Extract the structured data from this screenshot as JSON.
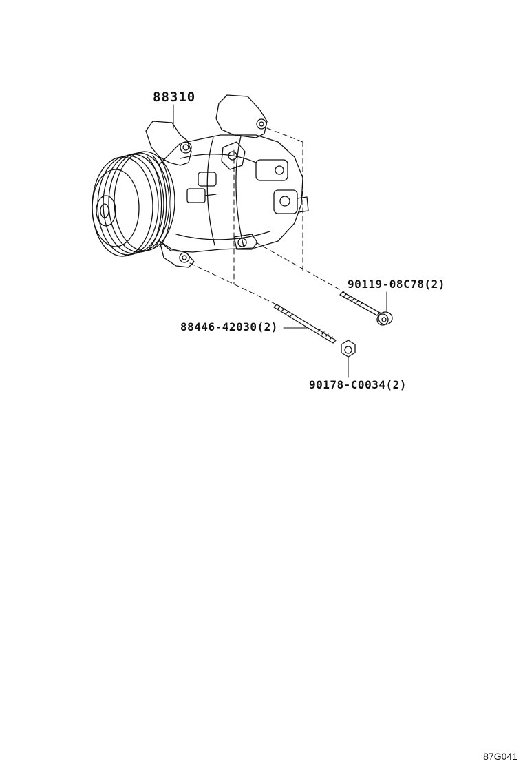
{
  "diagram": {
    "parts": [
      {
        "id": "compressor",
        "part_number": "88310"
      },
      {
        "id": "bolt",
        "part_number": "90119-08C78(2)"
      },
      {
        "id": "stud",
        "part_number": "88446-42030(2)"
      },
      {
        "id": "nut",
        "part_number": "90178-C0034(2)"
      }
    ],
    "illustration_code": "87G041"
  },
  "colors": {
    "line": "#111111",
    "background": "#ffffff"
  }
}
